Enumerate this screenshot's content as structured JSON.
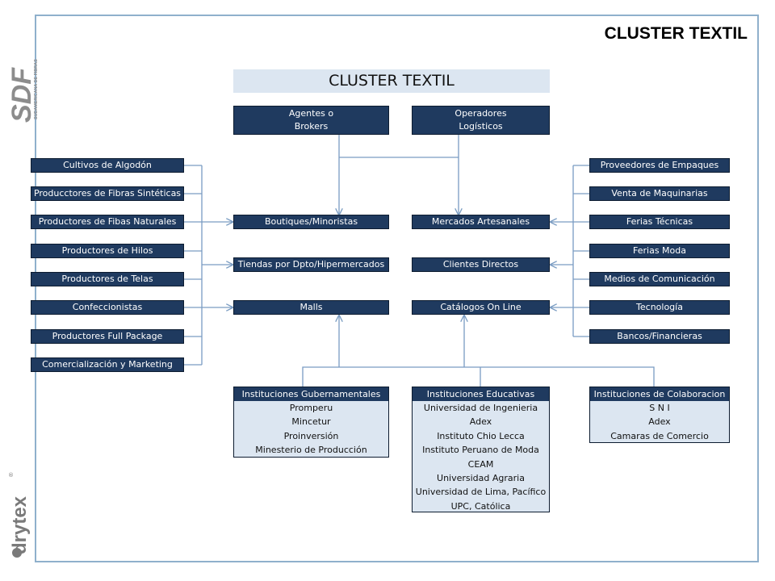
{
  "page_title": "CLUSTER TEXTIL",
  "banner_title": "CLUSTER TEXTIL",
  "logos": {
    "sdf": {
      "mark": "SDF",
      "tagline": "SUDAMERICANA DE FIBRAS"
    },
    "drytex": {
      "mark": "drytex",
      "reg": "®"
    }
  },
  "top_nodes": [
    {
      "line1": "Agentes o",
      "line2": "Brokers"
    },
    {
      "line1": "Operadores",
      "line2": "Logísticos"
    }
  ],
  "left_column": [
    "Cultivos de Algodón",
    "Producctores de Fibras Sintéticas",
    "Productores de Fibas Naturales",
    "Productores de Hilos",
    "Productores de Telas",
    "Confeccionistas",
    "Productores Full Package",
    "Comercialización y Marketing"
  ],
  "center_left": [
    "Boutiques/Minoristas",
    "Tiendas por Dpto/Hipermercados",
    "Malls"
  ],
  "center_right": [
    "Mercados Artesanales",
    "Clientes Directos",
    "Catálogos On Line"
  ],
  "right_column": [
    "Proveedores de Empaques",
    "Venta de Maquinarias",
    "Ferias Técnicas",
    "Ferias Moda",
    "Medios de Comunicación",
    "Tecnología",
    "Bancos/Financieras"
  ],
  "institutions": [
    {
      "title": "Instituciones Gubernamentales",
      "items": [
        "Promperu",
        "Mincetur",
        "Proinversión",
        "Minesterio de Producción"
      ]
    },
    {
      "title": "Instituciones Educativas",
      "items": [
        "Universidad de Ingenieria",
        "Adex",
        "Instituto Chio Lecca",
        "Instituto Peruano de Moda",
        "CEAM",
        "Universidad Agraria",
        "Universidad de Lima, Pacífico",
        "UPC, Católica"
      ]
    },
    {
      "title": "Instituciones de Colaboracion",
      "items": [
        "S N I",
        "Adex",
        "Camaras de Comercio"
      ]
    }
  ],
  "colors": {
    "box_fill": "#1f3a5f",
    "box_text": "#ffffff",
    "banner_fill": "#dce6f1",
    "inst_body": "#dce6f1",
    "connector": "#7a9cc2",
    "frame": "#8fb0cc"
  }
}
